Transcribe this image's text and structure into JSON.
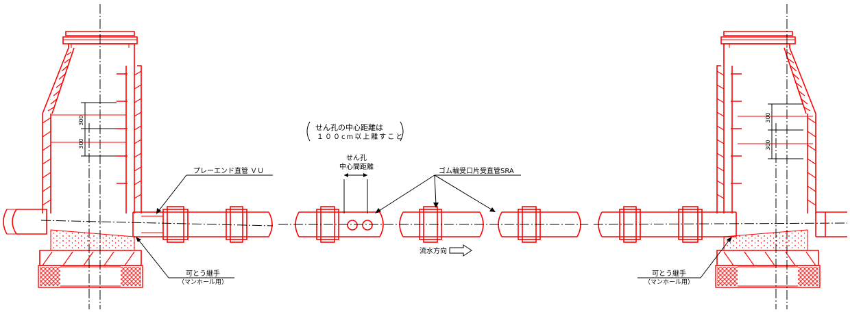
{
  "labels": {
    "note_line1": "せん孔の中心距離は",
    "note_line2": "１００cm以上離すこと",
    "hole_line1": "せん孔",
    "hole_line2": "中心間距離",
    "pipe_vu": "プレーエンド直管 ＶＵ",
    "pipe_sra": "ゴム輪受口片受直管SRA",
    "joint_left_1": "可とう継手",
    "joint_left_2": "（マンホール用）",
    "joint_right_1": "可とう継手",
    "joint_right_2": "（マンホール用）",
    "flow": "流水方向"
  },
  "dimensions": {
    "left_upper": "300",
    "left_lower": "300",
    "right_upper": "300",
    "right_lower": "300"
  },
  "colors": {
    "structure": "#ff0000",
    "annotation": "#000000"
  }
}
